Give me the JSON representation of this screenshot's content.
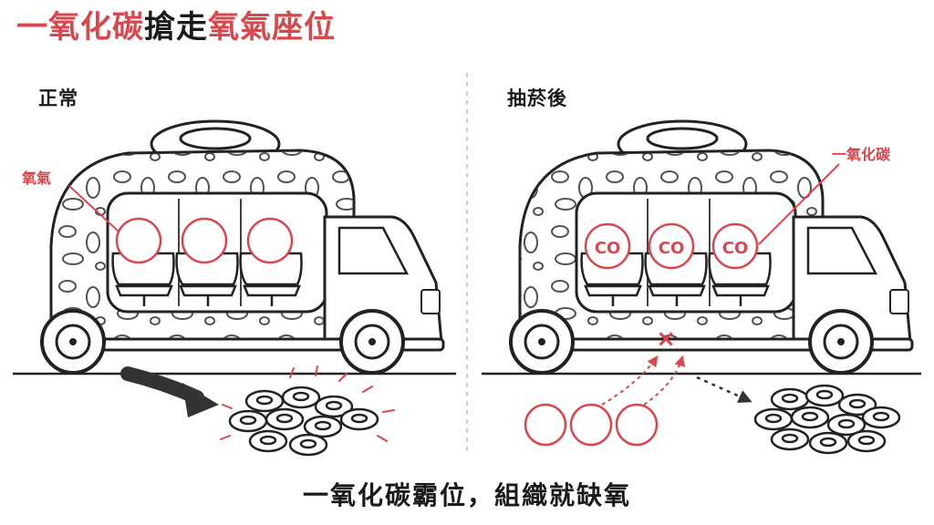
{
  "title": {
    "part1": "一氧化碳",
    "part2": "搶走",
    "part3": "氧氣座位"
  },
  "left_panel": {
    "label": "正常",
    "callout": "氧氣"
  },
  "right_panel": {
    "label": "抽菸後",
    "callout": "一氧化碳",
    "seat_gas_label": "CO",
    "block_mark": "×"
  },
  "footer": "一氧化碳霸位，組織就缺氧",
  "colors": {
    "accent": "#d9474e",
    "dark": "#1a1a1a",
    "line": "#222222",
    "arrow": "#3a3a3a"
  },
  "icons": {
    "truck": "delivery-truck-icon",
    "cells": "red-blood-cell-icon",
    "blocked": "x-mark-icon"
  }
}
